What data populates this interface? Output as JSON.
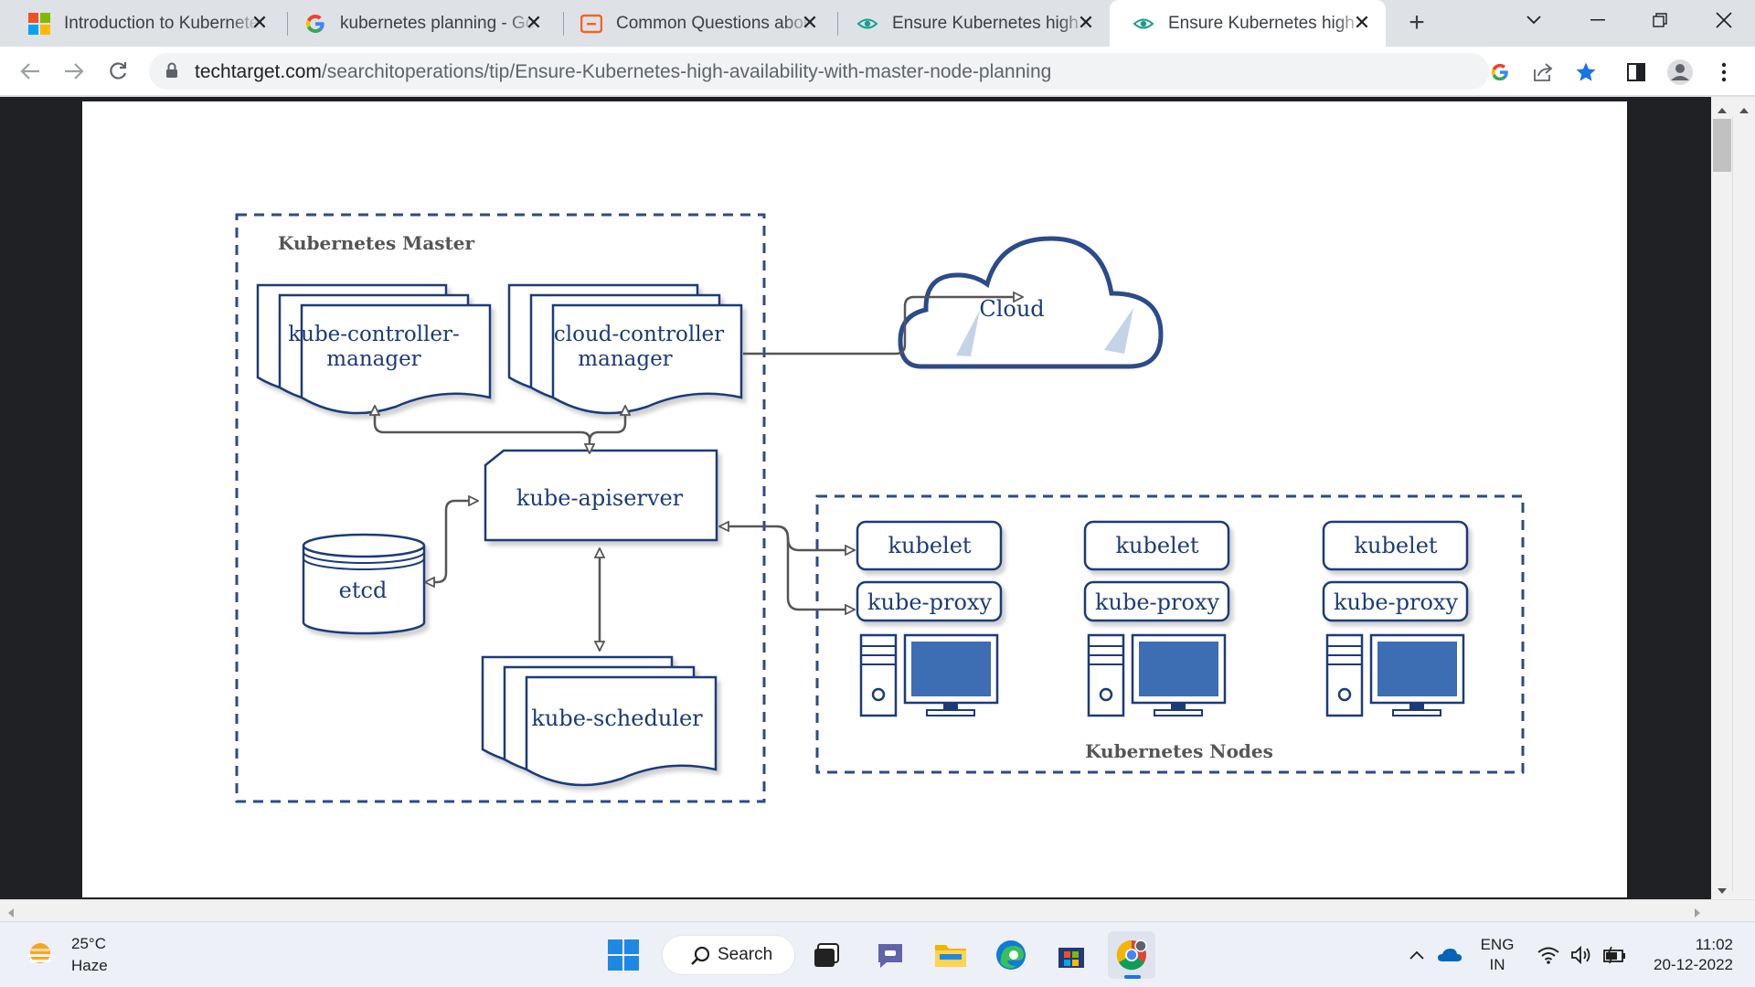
{
  "tabs": [
    {
      "title": "Introduction to Kubernetes",
      "icon": "microsoft-icon"
    },
    {
      "title": "kubernetes planning - Google",
      "icon": "google-icon"
    },
    {
      "title": "Common Questions about",
      "icon": "orange-brackets-icon"
    },
    {
      "title": "Ensure Kubernetes high av",
      "icon": "eye-icon"
    },
    {
      "title": "Ensure Kubernetes high av",
      "icon": "eye-icon",
      "active": true
    }
  ],
  "address_bar": {
    "domain": "techtarget.com",
    "path": "/searchitoperations/tip/Ensure-Kubernetes-high-availability-with-master-node-planning"
  },
  "diagram": {
    "master_label": "Kubernetes Master",
    "kube_controller_manager": [
      "kube-controller-",
      "manager"
    ],
    "cloud_controller_manager": [
      "cloud-controller",
      "manager"
    ],
    "kube_apiserver": "kube-apiserver",
    "etcd": "etcd",
    "kube_scheduler": "kube-scheduler",
    "cloud": "Cloud",
    "nodes_label": "Kubernetes Nodes",
    "nodes": [
      {
        "kubelet": "kubelet",
        "proxy": "kube-proxy"
      },
      {
        "kubelet": "kubelet",
        "proxy": "kube-proxy"
      },
      {
        "kubelet": "kubelet",
        "proxy": "kube-proxy"
      }
    ],
    "colors": {
      "stroke": "#1e3a78",
      "dash": "#2d4a8a",
      "screen": "#3d6db3",
      "arrow": "#555555"
    }
  },
  "taskbar": {
    "weather": {
      "temp": "25°C",
      "condition": "Haze"
    },
    "search_label": "Search",
    "language": {
      "lang": "ENG",
      "region": "IN"
    },
    "time": "11:02",
    "date": "20-12-2022"
  }
}
